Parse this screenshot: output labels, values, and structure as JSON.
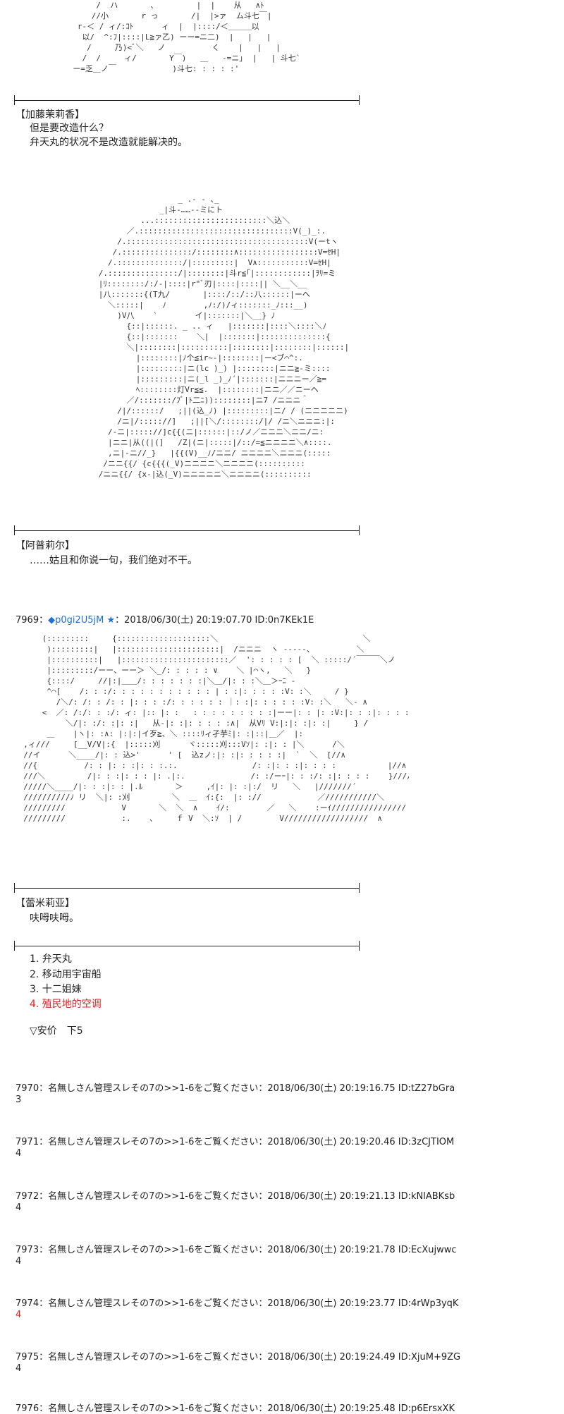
{
  "scene1": {
    "speaker": "【加藤茉莉香】",
    "lines": [
      "但是要改造什么？",
      "弁天丸的状况不是改造就能解决的。"
    ]
  },
  "scene2": {
    "speaker": "【阿普莉尔】",
    "lines": [
      "……姑且和你说一句，我们绝对不干。"
    ]
  },
  "post7969": {
    "num": "7969：",
    "trip": "◆p0gi2U5jM ★",
    "meta": "：2018/06/30(土) 20:19:07.70 ID:0n7KEk1E"
  },
  "scene3": {
    "speaker": "【蕾米莉亚】",
    "lines": [
      "呋呣呋呣。"
    ]
  },
  "options": {
    "items": [
      "1. 弁天丸",
      "2. 移动用宇宙船",
      "3. 十二姐妹",
      "4. 殖民地的空调"
    ],
    "vote": "▽安价　下5",
    "highlight_color": "#e02020"
  },
  "replies": [
    {
      "head": "7970：名無しさん管理スレその7の>>1-6をご覧ください：2018/06/30(土) 20:19:16.75 ID:tZ27bGra",
      "body": "3"
    },
    {
      "head": "7971：名無しさん管理スレその7の>>1-6をご覧ください：2018/06/30(土) 20:19:20.46 ID:3zCJTIOM",
      "body": "4"
    },
    {
      "head": "7972：名無しさん管理スレその7の>>1-6をご覧ください：2018/06/30(土) 20:19:21.13 ID:kNlABKsb",
      "body": "4"
    },
    {
      "head": "7973：名無しさん管理スレその7の>>1-6をご覧ください：2018/06/30(土) 20:19:21.78 ID:EcXujwwc",
      "body": "4"
    },
    {
      "head": "7974：名無しさん管理スレその7の>>1-6をご覧ください：2018/06/30(土) 20:19:23.77 ID:4rWp3yqK",
      "body": "4"
    },
    {
      "head": "7975：名無しさん管理スレその7の>>1-6をご覧ください：2018/06/30(土) 20:19:24.49 ID:XjuM+9ZG",
      "body": "4"
    },
    {
      "head": "7976：名無しさん管理スレその7の>>1-6をご覧ください：2018/06/30(土) 20:19:25.48 ID:p6ErsxXK",
      "body": ""
    }
  ]
}
